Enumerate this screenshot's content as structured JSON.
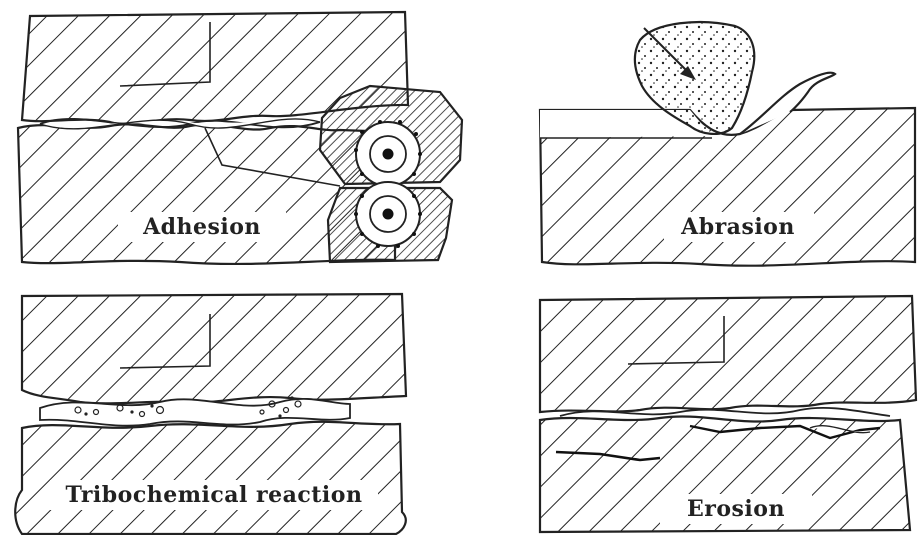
{
  "panels": {
    "adhesion": {
      "label": "Adhesion"
    },
    "abrasion": {
      "label": "Abrasion"
    },
    "tribochemical": {
      "label": "Tribochemical reaction"
    },
    "erosion": {
      "label": "Erosion"
    }
  }
}
